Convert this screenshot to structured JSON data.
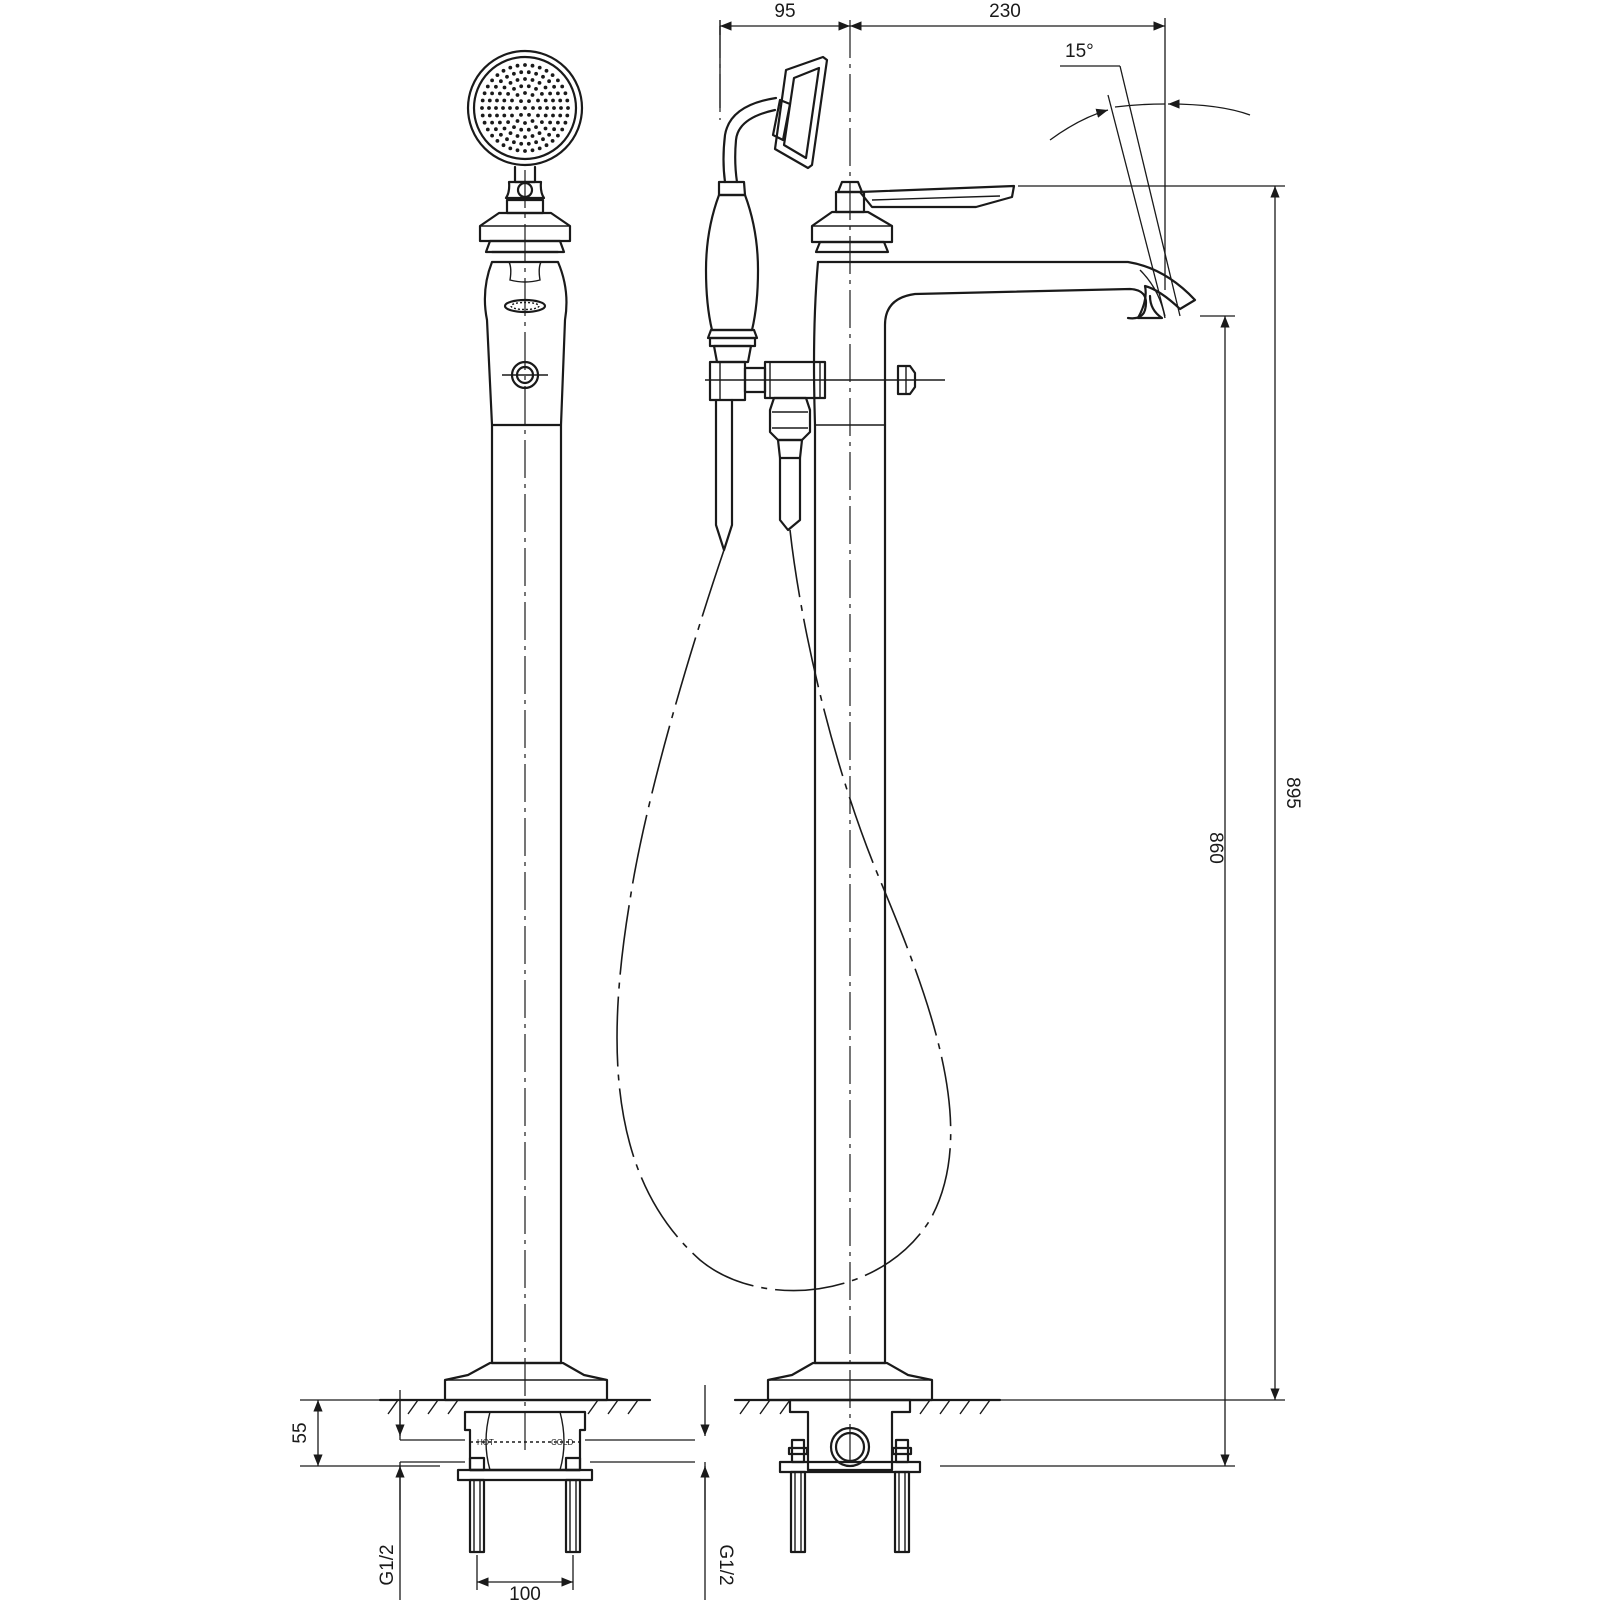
{
  "dimensions": {
    "hose_offset": "95",
    "spout_reach": "230",
    "spout_angle": "15°",
    "overall_height": "895",
    "spout_height": "860",
    "base_depth": "55",
    "inlet_left": "G1/2",
    "inlet_right": "G1/2",
    "inlet_spacing": "100"
  },
  "labels": {
    "hot": "HOT",
    "cold": "COLD"
  }
}
